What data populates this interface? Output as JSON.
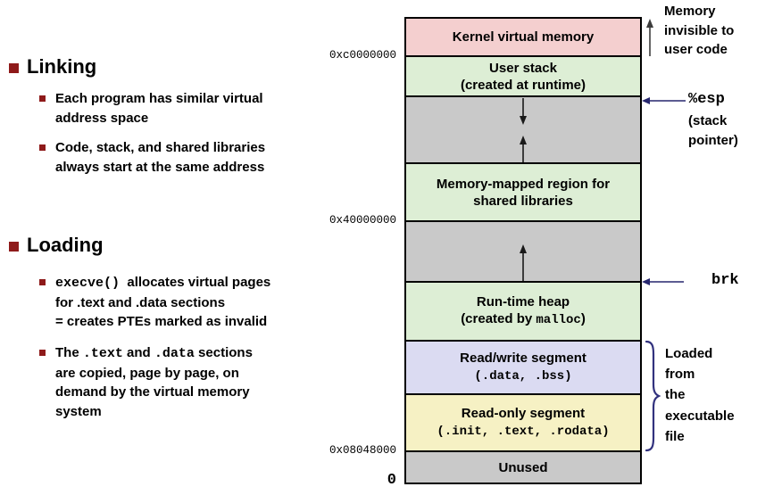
{
  "colors": {
    "accent_red": "#8e1a1a",
    "navy": "#27276f",
    "brace_blue": "#32327e",
    "arrow_dark": "#1a1a1a",
    "pink": "#f4cfcf",
    "green": "#ddeed5",
    "gray": "#c9c9c9",
    "lavender": "#dbdbf2",
    "yellow": "#f6f1c4"
  },
  "left_panel": {
    "sections": [
      {
        "heading": "Linking",
        "bullets": [
          {
            "runs": [
              {
                "t": "Each program has similar virtual\naddress space"
              }
            ]
          },
          {
            "runs": [
              {
                "t": "Code, stack, and shared libraries\nalways start at the same address"
              }
            ]
          }
        ]
      },
      {
        "heading": "Loading",
        "bullets": [
          {
            "runs": [
              {
                "t": "execve()",
                "mono": true
              },
              {
                "t": "  allocates virtual pages\nfor .text and .data sections\n= creates PTEs marked as invalid"
              }
            ]
          },
          {
            "runs": [
              {
                "t": "The "
              },
              {
                "t": ".text",
                "mono": true
              },
              {
                "t": " and "
              },
              {
                "t": ".data",
                "mono": true
              },
              {
                "t": " sections\nare copied, page by page, on\ndemand by the virtual memory\nsystem"
              }
            ]
          }
        ]
      }
    ]
  },
  "diagram": {
    "segments": [
      {
        "name": "kernel-virtual-memory",
        "bg": "pink",
        "runs": [
          {
            "t": "Kernel virtual memory"
          }
        ]
      },
      {
        "name": "user-stack",
        "bg": "green",
        "runs": [
          {
            "t": "User stack\n(created at runtime)"
          }
        ]
      },
      {
        "name": "stack-growth-gap",
        "bg": "gray",
        "runs": []
      },
      {
        "name": "memory-mapped-region",
        "bg": "green",
        "runs": [
          {
            "t": "Memory-mapped region for\nshared libraries"
          }
        ]
      },
      {
        "name": "heap-growth-gap",
        "bg": "gray",
        "runs": []
      },
      {
        "name": "runtime-heap",
        "bg": "green",
        "runs": [
          {
            "t": "Run-time heap\n(created by "
          },
          {
            "t": "malloc",
            "mono": true
          },
          {
            "t": ")"
          }
        ]
      },
      {
        "name": "read-write-segment",
        "bg": "lavender",
        "runs": [
          {
            "t": "Read/write segment\n"
          },
          {
            "t": "(.data, .bss)",
            "mono": true
          }
        ]
      },
      {
        "name": "read-only-segment",
        "bg": "yellow",
        "runs": [
          {
            "t": "Read-only segment\n"
          },
          {
            "t": "(.init, .text, .rodata)",
            "mono": true
          }
        ]
      },
      {
        "name": "unused",
        "bg": "gray",
        "runs": [
          {
            "t": "Unused"
          }
        ]
      }
    ],
    "addresses": [
      "0xc0000000",
      "0x40000000",
      "0x08048000",
      "0"
    ],
    "annotations": {
      "memory_invisible": "Memory\ninvisible to\nuser code",
      "esp": "%esp",
      "esp_sub": "(stack\npointer)",
      "brk": "brk",
      "loaded": "Loaded\nfrom\nthe\nexecutable\nfile"
    }
  }
}
